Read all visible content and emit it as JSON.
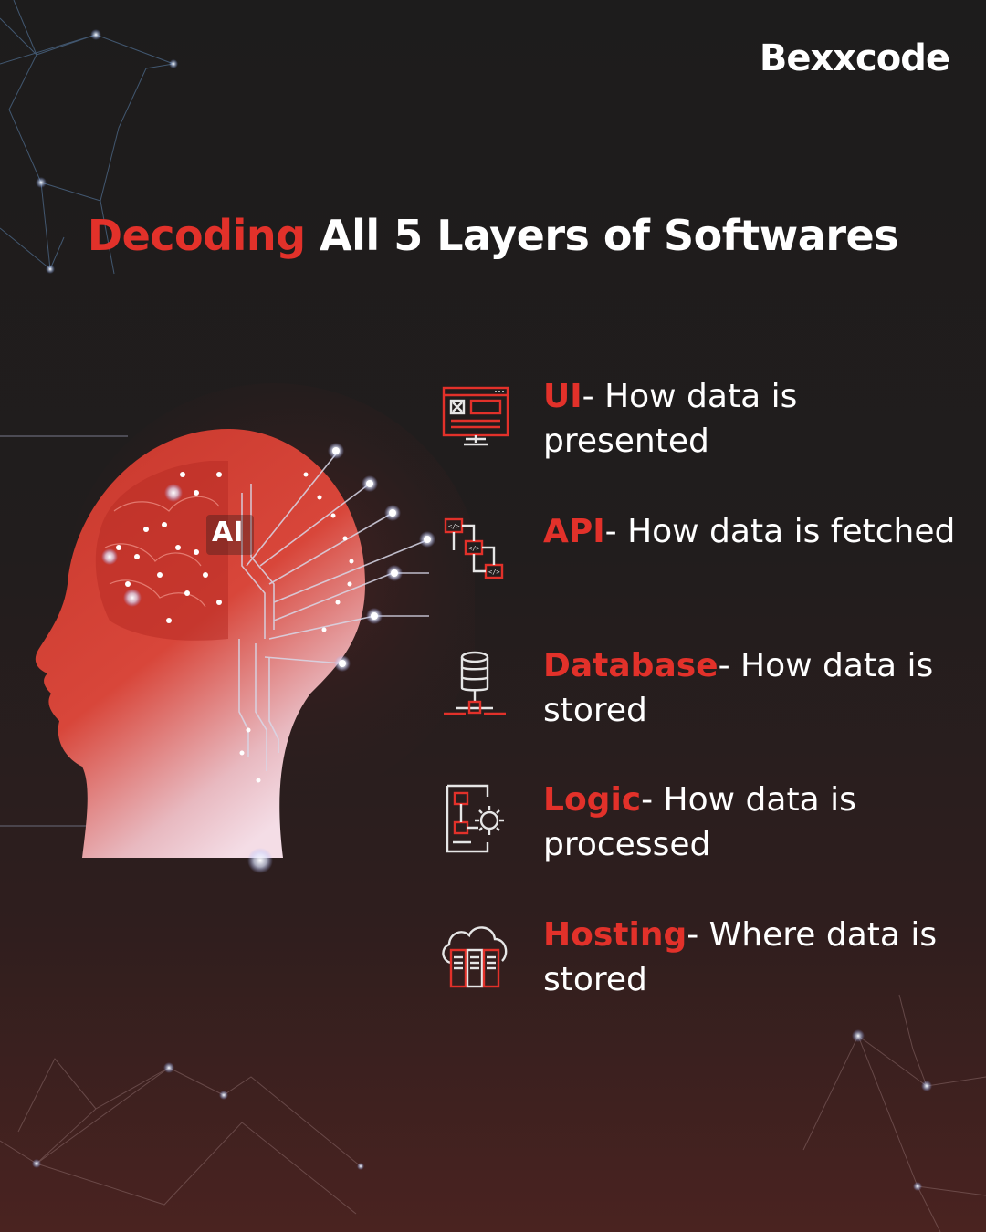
{
  "brand": {
    "logo_text": "Bexxcode"
  },
  "title": {
    "accent": "Decoding",
    "rest": "All 5 Layers of Softwares"
  },
  "illustration": {
    "ai_label": "AI"
  },
  "layers": [
    {
      "name": "UI",
      "desc": "- How data is presented",
      "icon": "monitor-ui-icon"
    },
    {
      "name": "API",
      "desc": "- How data is fetched",
      "icon": "api-flow-icon"
    },
    {
      "name": "Database",
      "desc": "- How data is stored",
      "icon": "database-icon"
    },
    {
      "name": "Logic",
      "desc": "- How data is processed",
      "icon": "logic-gear-icon"
    },
    {
      "name": "Hosting",
      "desc": "- Where data is stored",
      "icon": "cloud-server-icon"
    }
  ],
  "colors": {
    "accent": "#e2312a",
    "background": "#1d1c1c",
    "text": "#ffffff"
  }
}
